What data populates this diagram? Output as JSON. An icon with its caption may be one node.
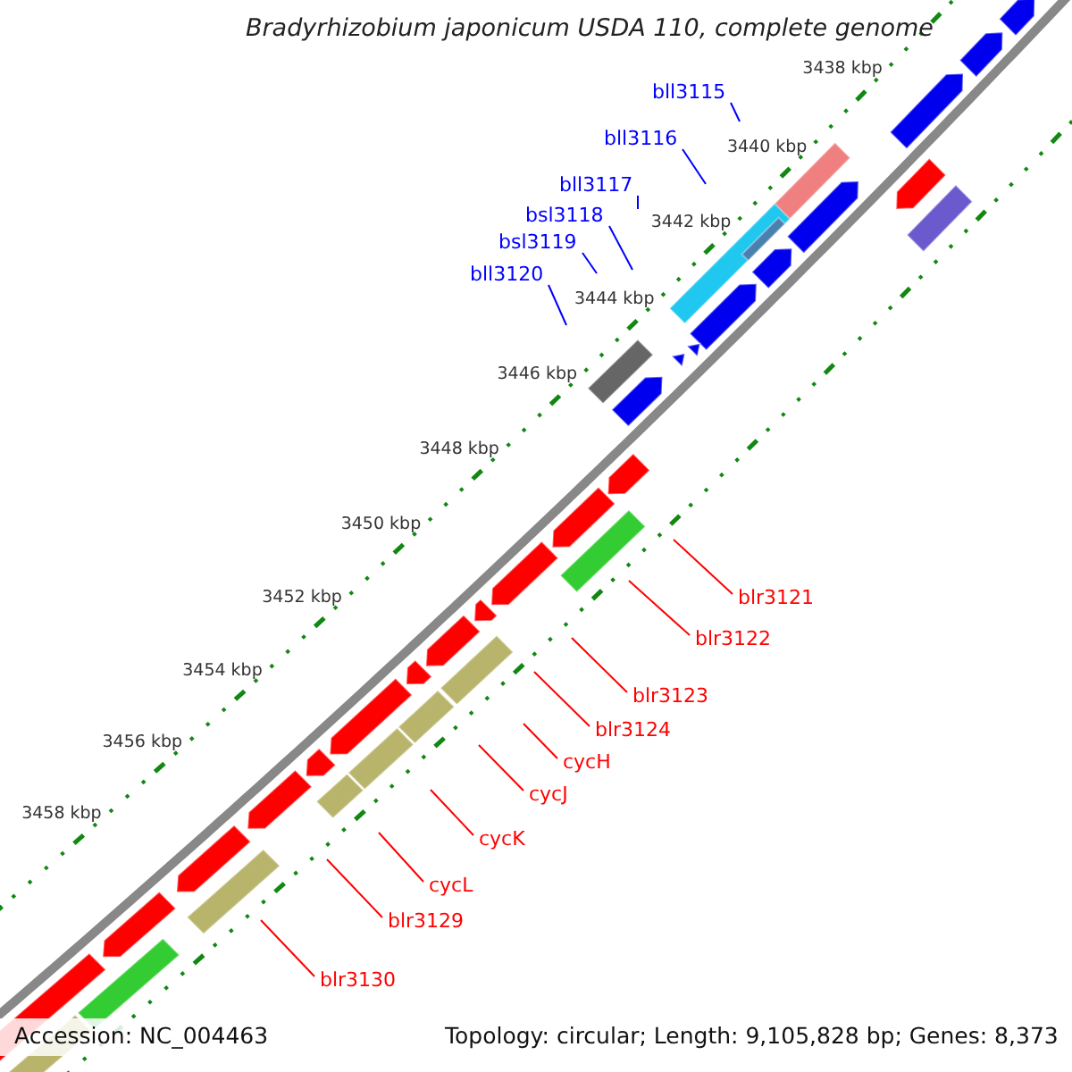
{
  "diagram": {
    "title": "Bradyrhizobium japonicum USDA 110, complete genome",
    "nodes": [
      {
        "text": [
          "bll3115"
        ]
      },
      {
        "text": [
          "bll3116"
        ]
      },
      {
        "text": [
          "bll3117"
        ]
      },
      {
        "text": [
          "bsl3118"
        ]
      },
      {
        "text": [
          "bsl3119"
        ]
      },
      {
        "text": [
          "bll3120"
        ]
      },
      {
        "text": [
          "blr3121"
        ]
      },
      {
        "text": [
          "blr3122"
        ]
      },
      {
        "text": [
          "blr3123"
        ]
      },
      {
        "text": [
          "blr3124"
        ]
      },
      {
        "text": [
          "cycH"
        ]
      },
      {
        "text": [
          "cycJ"
        ]
      },
      {
        "text": [
          "cycK"
        ]
      },
      {
        "text": [
          "cycL"
        ]
      },
      {
        "text": [
          "blr3129"
        ]
      },
      {
        "text": [
          "blr3130"
        ]
      }
    ],
    "edges": [
      {
        "from": 0,
        "to": null,
        "arrow": "none",
        "color": "#0000ff"
      },
      {
        "from": 1,
        "to": null,
        "arrow": "none",
        "color": "#0000ff"
      },
      {
        "from": 2,
        "to": null,
        "arrow": "none",
        "color": "#0000ff"
      },
      {
        "from": 3,
        "to": null,
        "arrow": "none",
        "color": "#0000ff"
      },
      {
        "from": 4,
        "to": null,
        "arrow": "none",
        "color": "#0000ff"
      },
      {
        "from": 5,
        "to": null,
        "arrow": "none",
        "color": "#0000ff"
      },
      {
        "from": 6,
        "to": null,
        "arrow": "none"
      },
      {
        "from": 7,
        "to": null,
        "arrow": "none"
      },
      {
        "from": 8,
        "to": null,
        "arrow": "none"
      },
      {
        "from": 9,
        "to": null,
        "arrow": "none"
      },
      {
        "from": 10,
        "to": null,
        "arrow": "none"
      },
      {
        "from": 11,
        "to": null,
        "arrow": "none"
      },
      {
        "from": 12,
        "to": null,
        "arrow": "none"
      },
      {
        "from": 13,
        "to": null,
        "arrow": "none"
      },
      {
        "from": 14,
        "to": null,
        "arrow": "none"
      },
      {
        "from": 15,
        "to": null,
        "arrow": "none"
      }
    ],
    "labels": [
      "3438 kbp",
      "3440 kbp",
      "3442 kbp",
      "3444 kbp",
      "3446 kbp",
      "3448 kbp",
      "3450 kbp",
      "3452 kbp",
      "3454 kbp",
      "3456 kbp",
      "3458 kbp",
      "Accession: NC_004463",
      "Topology: circular; Length: 9,105,828 bp; Genes: 8,373"
    ]
  }
}
